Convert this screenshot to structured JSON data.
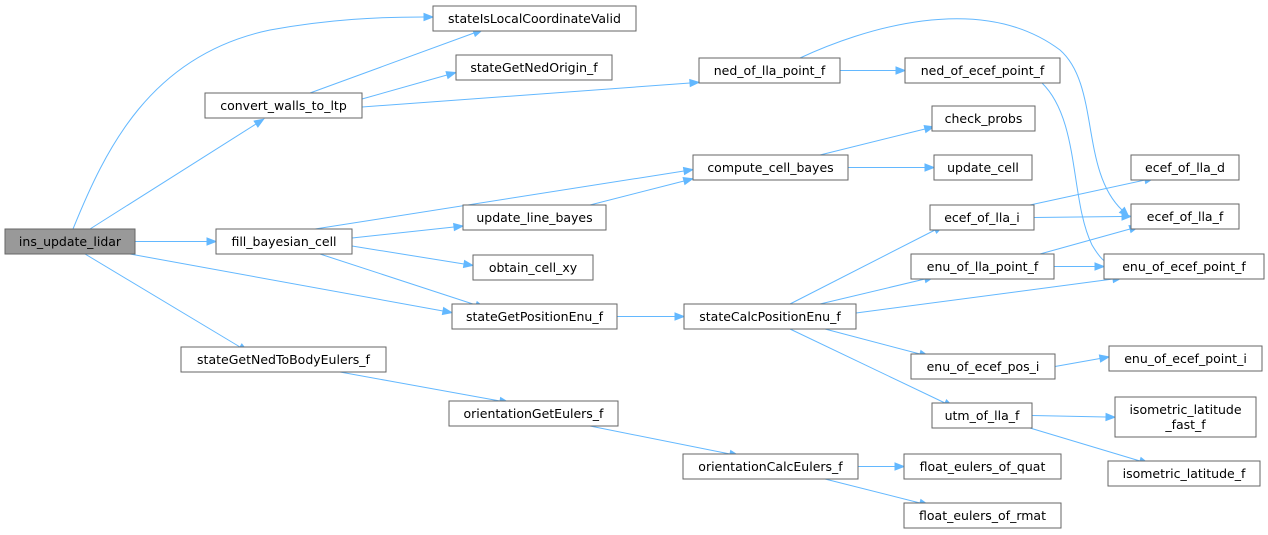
{
  "nodes": {
    "n_ins_update_lidar": [
      "ins_update_lidar"
    ],
    "n_stateIsLocalCoordinateValid": [
      "stateIsLocalCoordinateValid"
    ],
    "n_convert_walls_to_ltp": [
      "convert_walls_to_ltp"
    ],
    "n_stateGetNedOrigin_f": [
      "stateGetNedOrigin_f"
    ],
    "n_ned_of_lla_point_f": [
      "ned_of_lla_point_f"
    ],
    "n_ned_of_ecef_point_f": [
      "ned_of_ecef_point_f"
    ],
    "n_check_probs": [
      "check_probs"
    ],
    "n_compute_cell_bayes": [
      "compute_cell_bayes"
    ],
    "n_update_cell": [
      "update_cell"
    ],
    "n_ecef_of_lla_d": [
      "ecef_of_lla_d"
    ],
    "n_update_line_bayes": [
      "update_line_bayes"
    ],
    "n_ecef_of_lla_i": [
      "ecef_of_lla_i"
    ],
    "n_ecef_of_lla_f": [
      "ecef_of_lla_f"
    ],
    "n_fill_bayesian_cell": [
      "fill_bayesian_cell"
    ],
    "n_enu_of_lla_point_f": [
      "enu_of_lla_point_f"
    ],
    "n_enu_of_ecef_point_f": [
      "enu_of_ecef_point_f"
    ],
    "n_obtain_cell_xy": [
      "obtain_cell_xy"
    ],
    "n_stateGetPositionEnu_f": [
      "stateGetPositionEnu_f"
    ],
    "n_stateCalcPositionEnu_f": [
      "stateCalcPositionEnu_f"
    ],
    "n_stateGetNedToBodyEulers_f": [
      "stateGetNedToBodyEulers_f"
    ],
    "n_enu_of_ecef_pos_i": [
      "enu_of_ecef_pos_i"
    ],
    "n_enu_of_ecef_point_i": [
      "enu_of_ecef_point_i"
    ],
    "n_orientationGetEulers_f": [
      "orientationGetEulers_f"
    ],
    "n_utm_of_lla_f": [
      "utm_of_lla_f"
    ],
    "n_isometric_latitude_fast_f": [
      "isometric_latitude",
      "_fast_f"
    ],
    "n_orientationCalcEulers_f": [
      "orientationCalcEulers_f"
    ],
    "n_float_eulers_of_quat": [
      "float_eulers_of_quat"
    ],
    "n_isometric_latitude_f": [
      "isometric_latitude_f"
    ],
    "n_float_eulers_of_rmat": [
      "float_eulers_of_rmat"
    ]
  },
  "edges": [
    [
      "n_ins_update_lidar",
      "n_stateIsLocalCoordinateValid"
    ],
    [
      "n_ins_update_lidar",
      "n_convert_walls_to_ltp"
    ],
    [
      "n_ins_update_lidar",
      "n_fill_bayesian_cell"
    ],
    [
      "n_ins_update_lidar",
      "n_stateGetPositionEnu_f"
    ],
    [
      "n_ins_update_lidar",
      "n_stateGetNedToBodyEulers_f"
    ],
    [
      "n_convert_walls_to_ltp",
      "n_stateIsLocalCoordinateValid"
    ],
    [
      "n_convert_walls_to_ltp",
      "n_stateGetNedOrigin_f"
    ],
    [
      "n_convert_walls_to_ltp",
      "n_ned_of_lla_point_f"
    ],
    [
      "n_ned_of_lla_point_f",
      "n_ned_of_ecef_point_f"
    ],
    [
      "n_ned_of_lla_point_f",
      "n_ecef_of_lla_f"
    ],
    [
      "n_ned_of_ecef_point_f",
      "n_enu_of_ecef_point_f"
    ],
    [
      "n_fill_bayesian_cell",
      "n_compute_cell_bayes"
    ],
    [
      "n_fill_bayesian_cell",
      "n_update_line_bayes"
    ],
    [
      "n_fill_bayesian_cell",
      "n_obtain_cell_xy"
    ],
    [
      "n_fill_bayesian_cell",
      "n_stateGetPositionEnu_f"
    ],
    [
      "n_update_line_bayes",
      "n_compute_cell_bayes"
    ],
    [
      "n_compute_cell_bayes",
      "n_check_probs"
    ],
    [
      "n_compute_cell_bayes",
      "n_update_cell"
    ],
    [
      "n_stateGetPositionEnu_f",
      "n_stateCalcPositionEnu_f"
    ],
    [
      "n_stateCalcPositionEnu_f",
      "n_ecef_of_lla_i"
    ],
    [
      "n_stateCalcPositionEnu_f",
      "n_enu_of_lla_point_f"
    ],
    [
      "n_stateCalcPositionEnu_f",
      "n_enu_of_ecef_point_f"
    ],
    [
      "n_stateCalcPositionEnu_f",
      "n_enu_of_ecef_pos_i"
    ],
    [
      "n_stateCalcPositionEnu_f",
      "n_utm_of_lla_f"
    ],
    [
      "n_ecef_of_lla_i",
      "n_ecef_of_lla_d"
    ],
    [
      "n_ecef_of_lla_i",
      "n_ecef_of_lla_f"
    ],
    [
      "n_enu_of_lla_point_f",
      "n_ecef_of_lla_f"
    ],
    [
      "n_enu_of_lla_point_f",
      "n_enu_of_ecef_point_f"
    ],
    [
      "n_enu_of_ecef_pos_i",
      "n_enu_of_ecef_point_i"
    ],
    [
      "n_utm_of_lla_f",
      "n_isometric_latitude_fast_f"
    ],
    [
      "n_utm_of_lla_f",
      "n_isometric_latitude_f"
    ],
    [
      "n_stateGetNedToBodyEulers_f",
      "n_orientationGetEulers_f"
    ],
    [
      "n_orientationGetEulers_f",
      "n_orientationCalcEulers_f"
    ],
    [
      "n_orientationCalcEulers_f",
      "n_float_eulers_of_quat"
    ],
    [
      "n_orientationCalcEulers_f",
      "n_float_eulers_of_rmat"
    ]
  ],
  "colors": {
    "edge": "#63b8ff",
    "node_border": "#666666",
    "root_fill": "#999999"
  }
}
